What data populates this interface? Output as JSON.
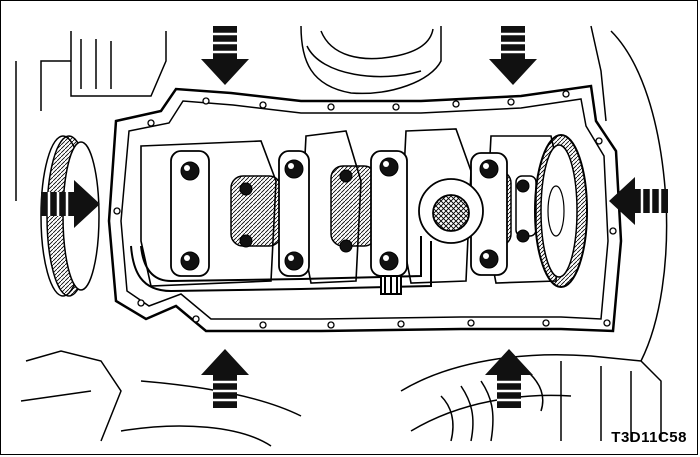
{
  "figure": {
    "code": "T3D11C58"
  },
  "colors": {
    "line": "#000000",
    "background": "#ffffff",
    "dark_fill": "#111111",
    "stripe": "#ffffff"
  },
  "arrows": [
    {
      "id": "top-left",
      "direction": "down"
    },
    {
      "id": "top-right",
      "direction": "down"
    },
    {
      "id": "left",
      "direction": "right"
    },
    {
      "id": "right",
      "direction": "left"
    },
    {
      "id": "bottom-left",
      "direction": "up"
    },
    {
      "id": "bottom-right",
      "direction": "up"
    }
  ]
}
